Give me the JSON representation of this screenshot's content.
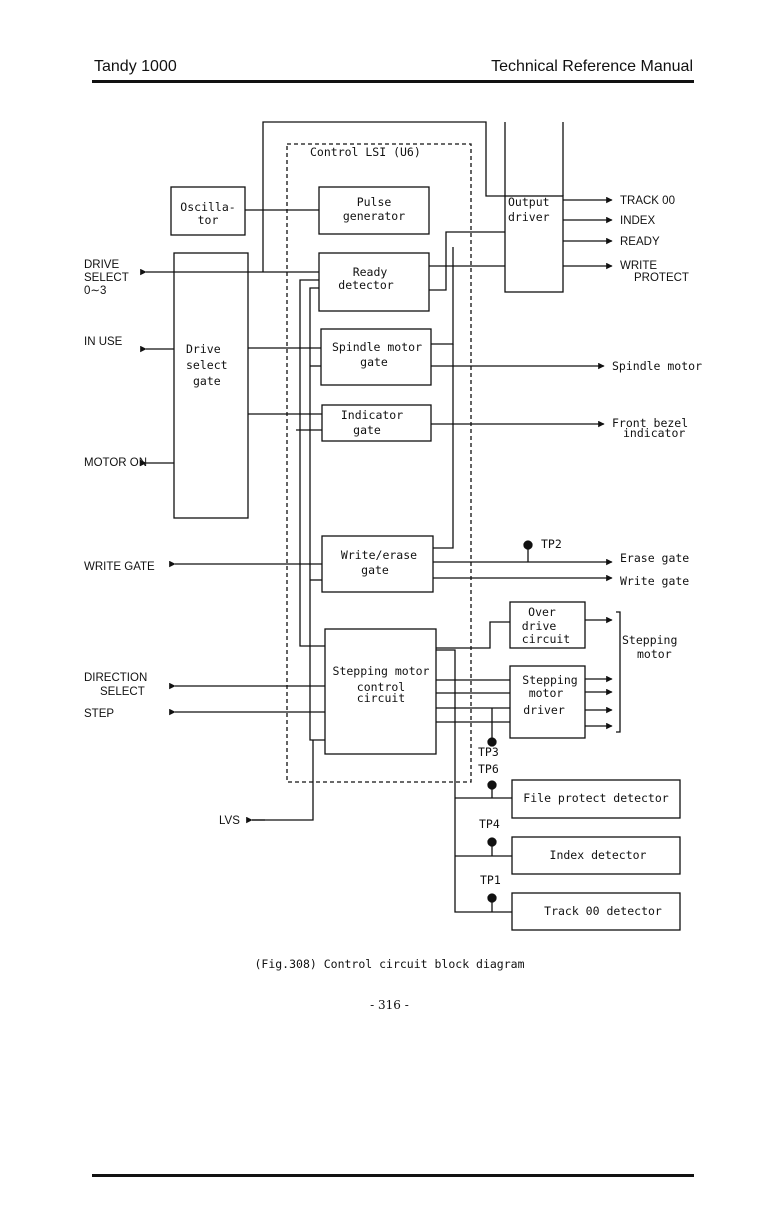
{
  "header": {
    "left": "Tandy 1000",
    "right": "Technical Reference Manual"
  },
  "lsi_label": "Control LSI (U6)",
  "blocks": {
    "oscillator": [
      "Oscilla-",
      "tor"
    ],
    "pulse": [
      "Pulse",
      "generator"
    ],
    "ready": [
      "Ready",
      "detector"
    ],
    "spindle": [
      "Spindle motor",
      "gate"
    ],
    "indicator": [
      "Indicator",
      "gate"
    ],
    "write_erase": [
      "Write/erase",
      "gate"
    ],
    "stepping_ctrl": [
      "Stepping motor",
      "control",
      "circuit"
    ],
    "drive_select": [
      "Drive",
      "select",
      "gate"
    ],
    "output": [
      "Output",
      "driver"
    ],
    "over_drive": [
      "Over",
      "drive",
      "circuit"
    ],
    "stepping_driver": [
      "Stepping",
      "motor",
      "driver"
    ],
    "file_protect": "File protect detector",
    "index_det": "Index detector",
    "track00_det": "Track 00 detector"
  },
  "inputs": {
    "drive_select": [
      "DRIVE",
      "SELECT",
      "0∼3"
    ],
    "in_use": "IN USE",
    "motor_on": "MOTOR ON",
    "write_gate": "WRITE GATE",
    "direction_select": [
      "DIRECTION",
      "SELECT"
    ],
    "step": "STEP",
    "lvs": "LVS"
  },
  "outputs": {
    "track00": "TRACK 00",
    "index": "INDEX",
    "ready": "READY",
    "write_protect": [
      "WRITE",
      "PROTECT"
    ],
    "spindle_motor": "Spindle motor",
    "front_bezel": [
      "Front bezel",
      "indicator"
    ],
    "erase_gate": "Erase gate",
    "write_gate": "Write gate",
    "stepping_motor": [
      "Stepping",
      "motor"
    ]
  },
  "test_points": {
    "tp1": "TP1",
    "tp2": "TP2",
    "tp3": "TP3",
    "tp4": "TP4",
    "tp6": "TP6"
  },
  "caption": "(Fig.308) Control circuit block diagram",
  "page_number": "- 316 -"
}
